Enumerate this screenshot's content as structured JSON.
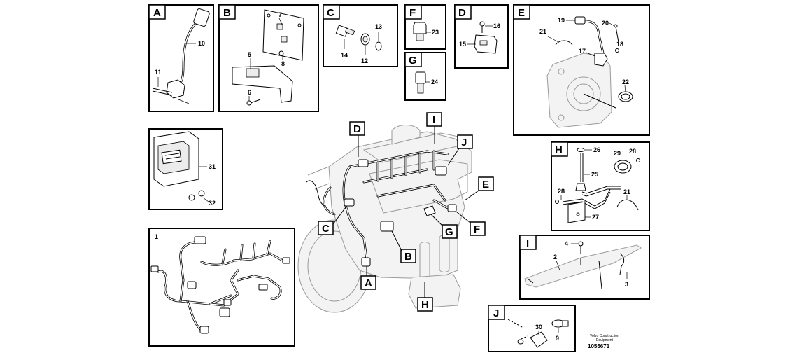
{
  "panels": {
    "A": {
      "label": "A",
      "items": [
        "10",
        "11"
      ]
    },
    "B": {
      "label": "B",
      "items": [
        "7",
        "5",
        "8",
        "6"
      ]
    },
    "C": {
      "label": "C",
      "items": [
        "13",
        "14",
        "12"
      ]
    },
    "F": {
      "label": "F",
      "items": [
        "23"
      ]
    },
    "G": {
      "label": "G",
      "items": [
        "24"
      ]
    },
    "D": {
      "label": "D",
      "items": [
        "16",
        "15"
      ]
    },
    "E": {
      "label": "E",
      "items": [
        "19",
        "20",
        "21",
        "18",
        "17",
        "22"
      ]
    },
    "ecu": {
      "items": [
        "31",
        "32"
      ]
    },
    "harness": {
      "items": [
        "1"
      ]
    },
    "H": {
      "label": "H",
      "items": [
        "26",
        "29",
        "28",
        "25",
        "28",
        "21",
        "27"
      ]
    },
    "I": {
      "label": "I",
      "items": [
        "4",
        "2",
        "3"
      ]
    },
    "J": {
      "label": "J",
      "items": [
        "30",
        "9"
      ]
    }
  },
  "engine_callouts": [
    "D",
    "I",
    "J",
    "E",
    "C",
    "G",
    "F",
    "B",
    "A",
    "H"
  ],
  "credit": {
    "line1": "Volvo Construction",
    "line2": "Equipment",
    "doc_number": "1055671"
  }
}
